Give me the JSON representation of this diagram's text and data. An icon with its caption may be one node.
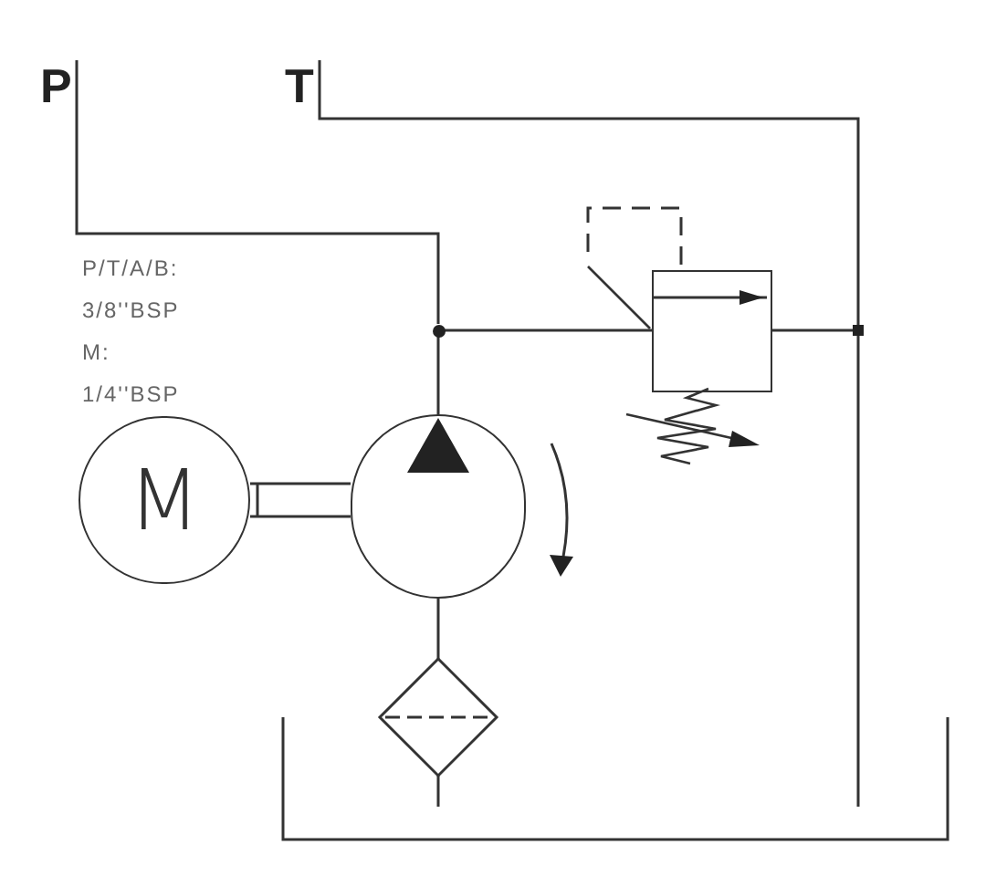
{
  "diagram": {
    "nodes": [
      {
        "text": [
          "P"
        ]
      },
      {
        "text": [
          "T"
        ]
      },
      {
        "text": [],
        "shape": "circle"
      },
      {
        "text": [],
        "shape": "box"
      },
      {
        "text": [],
        "shape": "box"
      },
      {
        "text": [
          "M"
        ]
      },
      {
        "text": [],
        "shape": "circle"
      },
      {
        "text": [],
        "shape": "diamond"
      },
      {
        "text": [],
        "shape": "tank"
      }
    ],
    "edges": [
      {
        "from": 0,
        "to": 2,
        "arrow": "none"
      },
      {
        "from": 2,
        "to": 6,
        "arrow": "none"
      },
      {
        "from": 2,
        "to": 3,
        "arrow": "none"
      },
      {
        "from": 3,
        "to": 4,
        "arrow": "none"
      },
      {
        "from": 1,
        "to": 4,
        "arrow": "none"
      },
      {
        "from": 4,
        "to": 8,
        "arrow": "none"
      },
      {
        "from": 5,
        "to": 6,
        "arrow": "none"
      },
      {
        "from": 6,
        "to": 7,
        "arrow": "none"
      },
      {
        "from": 7,
        "to": 8,
        "arrow": "none"
      }
    ],
    "labels": [
      "P/T/A/B:",
      "3/8''BSP",
      "M:",
      "1/4''BSP"
    ]
  }
}
